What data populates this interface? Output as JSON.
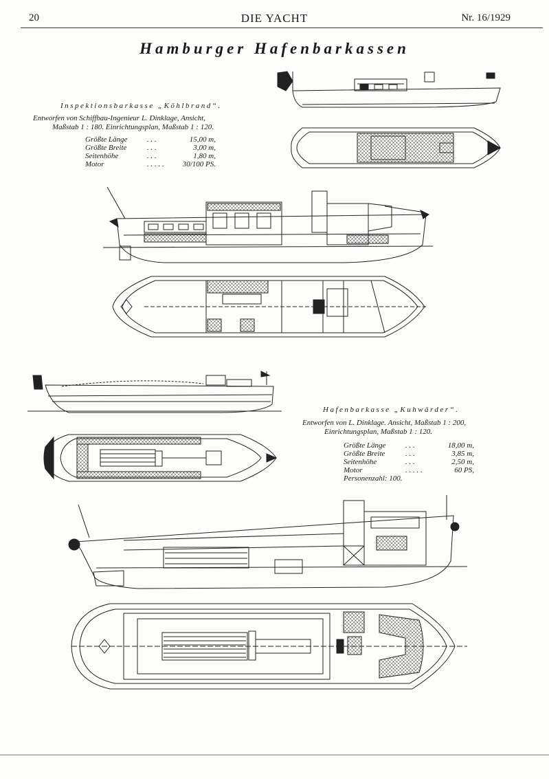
{
  "header": {
    "page_number": "20",
    "magazine": "DIE YACHT",
    "issue": "Nr. 16/1929"
  },
  "title": "Hamburger Hafenbarkassen",
  "boat1": {
    "name": "Inspektionsbarkasse „Köhlbrand“.",
    "designer_line1": "Entworfen von Schiffbau-Ingenieur L. Dinklage, Ansicht,",
    "designer_line2": "Maßstab 1 : 180. Einrichtungsplan, Maßstab 1 : 120.",
    "specs": [
      {
        "label": "Größte Länge",
        "dots": ". . .",
        "value": "15,00 m,"
      },
      {
        "label": "Größte Breite",
        "dots": ". . .",
        "value": "3,00 m,"
      },
      {
        "label": "Seitenhöhe",
        "dots": ". . .",
        "value": "1,80 m,"
      },
      {
        "label": "Motor",
        "dots": ". . . . .",
        "value": "30/100 PS."
      }
    ]
  },
  "boat2": {
    "name": "Hafenbarkasse „Kuhwärder“.",
    "designer_line1": "Entworfen von L. Dinklage. Ansicht, Maßstab 1 : 200,",
    "designer_line2": "Einrichtungsplan, Maßstab 1 : 120.",
    "specs": [
      {
        "label": "Größte Länge",
        "dots": ". . .",
        "value": "18,00 m,"
      },
      {
        "label": "Größte Breite",
        "dots": ". . .",
        "value": "3,85 m,"
      },
      {
        "label": "Seitenhöhe",
        "dots": ". . .",
        "value": "2,50 m,"
      },
      {
        "label": "Motor",
        "dots": ". . . . .",
        "value": "60 PS,"
      }
    ],
    "passengers": "Personenzahl: 100."
  }
}
